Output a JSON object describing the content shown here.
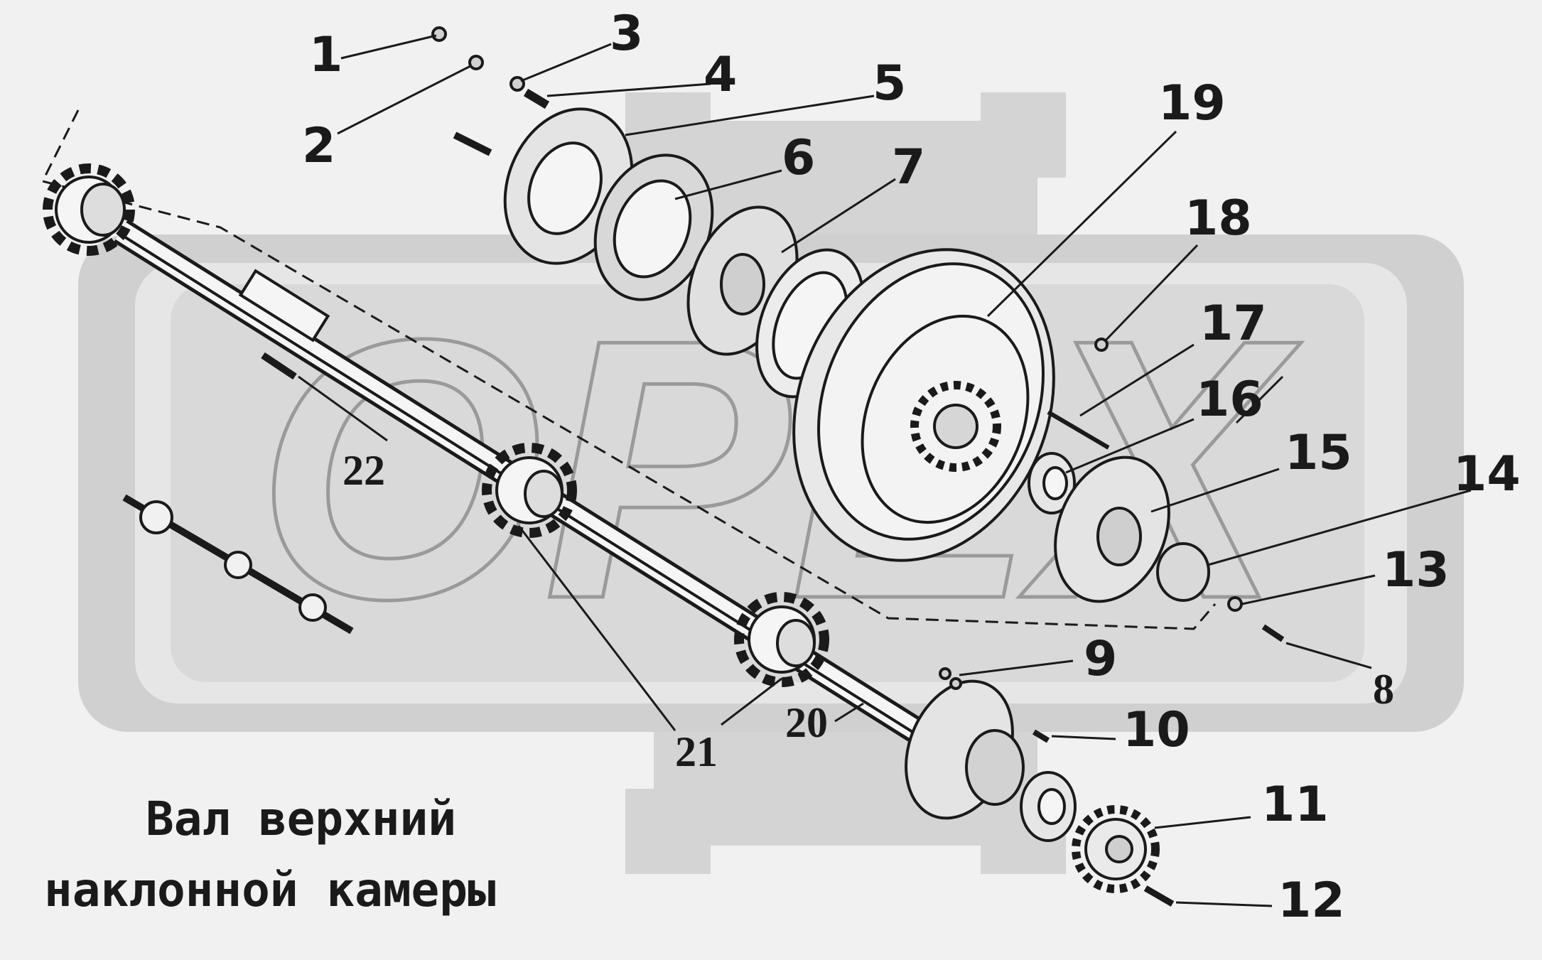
{
  "title": {
    "line1": "Вал верхний",
    "line2": "наклонной камеры"
  },
  "watermark": "ОРЕХ",
  "callouts": [
    {
      "id": "c1",
      "label": "1"
    },
    {
      "id": "c2",
      "label": "2"
    },
    {
      "id": "c3",
      "label": "3"
    },
    {
      "id": "c4",
      "label": "4"
    },
    {
      "id": "c5",
      "label": "5"
    },
    {
      "id": "c6",
      "label": "6"
    },
    {
      "id": "c7",
      "label": "7"
    },
    {
      "id": "c8",
      "label": "8"
    },
    {
      "id": "c9",
      "label": "9"
    },
    {
      "id": "c10",
      "label": "10"
    },
    {
      "id": "c11",
      "label": "11"
    },
    {
      "id": "c12",
      "label": "12"
    },
    {
      "id": "c13",
      "label": "13"
    },
    {
      "id": "c14",
      "label": "14"
    },
    {
      "id": "c15",
      "label": "15"
    },
    {
      "id": "c16",
      "label": "16"
    },
    {
      "id": "c17",
      "label": "17"
    },
    {
      "id": "c18",
      "label": "18"
    },
    {
      "id": "c19",
      "label": "19"
    },
    {
      "id": "c20",
      "label": "20"
    },
    {
      "id": "c21",
      "label": "21"
    },
    {
      "id": "c22",
      "label": "22"
    }
  ],
  "colors": {
    "ink": "#1a1a1a",
    "watermark": "#cfcfcf",
    "background": "#f1f1f1"
  }
}
